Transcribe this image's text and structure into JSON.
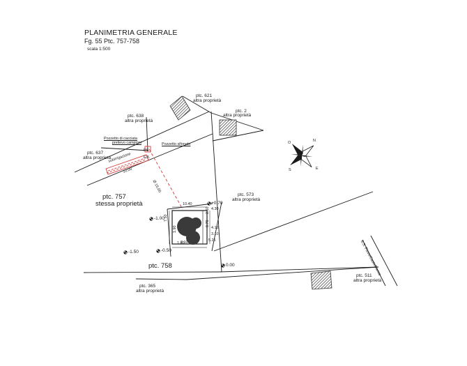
{
  "title": {
    "line1": "PLANIMETRIA GENERALE",
    "line2": "Fg. 55 Ptc. 757-758",
    "line3": "scala 1:500"
  },
  "parcels": {
    "p621": {
      "number": "ptc. 621",
      "owner": "altra proprietà"
    },
    "p2": {
      "number": "ptc. 2",
      "owner": "altra proprietà"
    },
    "p638": {
      "number": "ptc. 638",
      "owner": "altra proprietà"
    },
    "p637": {
      "number": "ptc. 637",
      "owner": "altra proprietà"
    },
    "p573": {
      "number": "ptc. 573",
      "owner": "altra proprietà"
    },
    "p757": {
      "number": "ptc. 757",
      "owner": "stessa proprietà"
    },
    "p758": {
      "number": "ptc. 758"
    },
    "p365": {
      "number": "ptc. 365",
      "owner": "altra proprietà"
    },
    "p511": {
      "number": "ptc. 511",
      "owner": "altra proprietà"
    }
  },
  "annotations": {
    "pozzetto_cacciata_1": "Pozzetto di cacciata",
    "pozzetto_cacciata_2": "prelievo campioni",
    "pozzetto_sifonato": "Pozzetto sifonato",
    "subirrigazione": "subirrigazione",
    "sub_length": "10,00",
    "pipe_label": "Ø 15,00",
    "tank_label_1": "F.B.",
    "tank_label_2": "PS",
    "road": "S.S. Pieve/Castelfranco"
  },
  "levels": {
    "l1": "-1.00",
    "l2": "-1.50",
    "l3": "-0.50",
    "l4": "0.00",
    "l5": "+0.70"
  },
  "dimensions": {
    "top_w": "10.40",
    "right_1": "4.30",
    "right_2": "4.15",
    "right_3": "3.10",
    "right_4": "5.25",
    "left_h": "7.50",
    "bottom_w": "1.80",
    "inner_1": "2.60",
    "inner_2": "0.70",
    "inner_3": "1.90",
    "inner_4": "2.10"
  },
  "compass": {
    "n": "N",
    "s": "S",
    "e": "E",
    "o": "O"
  },
  "colors": {
    "ink": "#1a1a1a",
    "building": "#555555",
    "tank": "#3a3a3a",
    "drain": "#d23a3a"
  },
  "icons": [
    "compass-rose-icon",
    "level-marker-icon",
    "building-hatch-icon"
  ]
}
